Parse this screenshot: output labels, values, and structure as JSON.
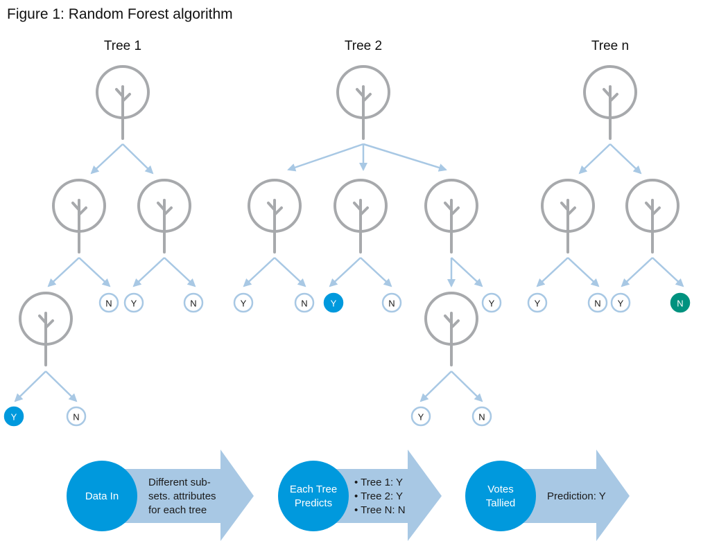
{
  "figure_title": "Figure 1: Random Forest algorithm",
  "trees": [
    {
      "title": "Tree 1"
    },
    {
      "title": "Tree 2"
    },
    {
      "title": "Tree n"
    }
  ],
  "leaves": [
    {
      "label": "Y",
      "state": "selected-blue"
    },
    {
      "label": "N",
      "state": "default"
    },
    {
      "label": "N",
      "state": "default"
    },
    {
      "label": "Y",
      "state": "default"
    },
    {
      "label": "N",
      "state": "default"
    },
    {
      "label": "Y",
      "state": "default"
    },
    {
      "label": "N",
      "state": "default"
    },
    {
      "label": "Y",
      "state": "selected-blue"
    },
    {
      "label": "N",
      "state": "default"
    },
    {
      "label": "Y",
      "state": "default"
    },
    {
      "label": "Y",
      "state": "default"
    },
    {
      "label": "N",
      "state": "default"
    },
    {
      "label": "Y",
      "state": "default"
    },
    {
      "label": "N",
      "state": "default"
    },
    {
      "label": "Y",
      "state": "default"
    },
    {
      "label": "N",
      "state": "selected-teal"
    }
  ],
  "flow": [
    {
      "circle": "Data In",
      "desc": [
        "Different sub-",
        "sets. attributes",
        "for each tree"
      ]
    },
    {
      "circle": "Each Tree|Predicts",
      "desc": [
        "• Tree 1: Y",
        "• Tree 2: Y",
        "• Tree N: N"
      ]
    },
    {
      "circle": "Votes|Tallied",
      "desc": [
        "Prediction: Y"
      ]
    }
  ],
  "colors": {
    "tree_gray": "#a7a9ac",
    "arrow_blue": "#a8c8e4",
    "leaf_border": "#a8c8e4",
    "selected_blue": "#0099dd",
    "selected_teal": "#00927f",
    "flow_arrow": "#a8c8e4",
    "flow_circle": "#0099dd"
  }
}
